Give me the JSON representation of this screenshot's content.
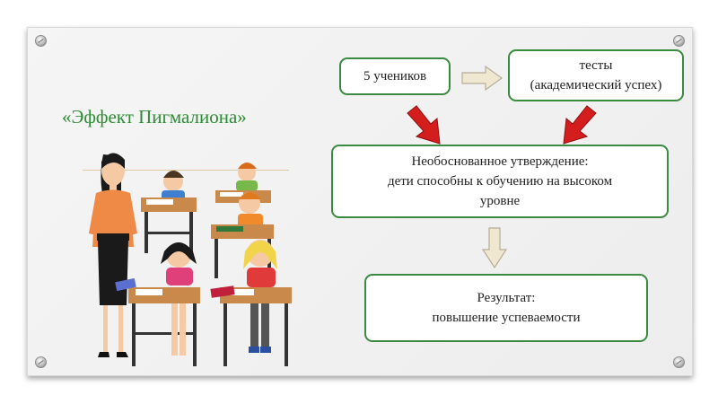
{
  "title": "«Эффект Пигмалиона»",
  "nodes": {
    "students": "5 учеников",
    "tests": [
      "тесты",
      "(академический успех)"
    ],
    "claim": [
      "Необоснованное утверждение:",
      "дети способны к обучению на высоком",
      "уровне"
    ],
    "result": [
      "Результат:",
      "повышение  успеваемости"
    ]
  },
  "colors": {
    "accent": "#2e8b35",
    "box_border": "#3a8a3f",
    "red_arrow": "#d41e1e",
    "beige_arrow": "#efe7d0"
  }
}
